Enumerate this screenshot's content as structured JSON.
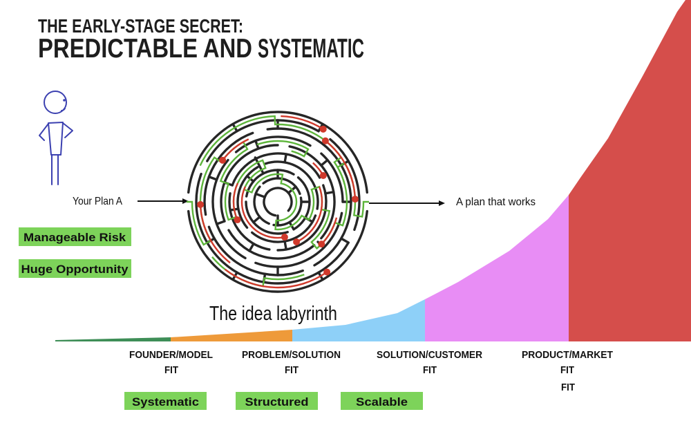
{
  "title": {
    "line1": "THE EARLY-STAGE SECRET:",
    "line2_prefix": "PREDICTABLE AND",
    "line2_highlight": "SYSTEMATIC"
  },
  "colors": {
    "highlight": "#d64545",
    "badge": "#7dd35a",
    "figure": "#3b40b0",
    "maze_solution": "#5db53a",
    "maze_dead_end": "#d0392b"
  },
  "labels": {
    "plan_a": "Your Plan A",
    "plan_works": "A plan that works",
    "labyrinth": "The idea labyrinth"
  },
  "left_badges": [
    "Manageable Risk",
    "Huge Opportunity"
  ],
  "stages": [
    {
      "name": "FOUNDER/MODEL",
      "suffix": "FIT",
      "color": "#3e8e57"
    },
    {
      "name": "PROBLEM/SOLUTION",
      "suffix": "FIT",
      "color": "#ee9a3a"
    },
    {
      "name": "SOLUTION/CUSTOMER",
      "suffix": "FIT",
      "color": "#8ed0f8"
    },
    {
      "name": "PRODUCT/MARKET",
      "suffix": "FIT",
      "color": "#e88df5"
    },
    {
      "name": "",
      "suffix": "",
      "color": "#d54e4b"
    }
  ],
  "extra_label": "FIT",
  "bottom_badges": [
    "Systematic",
    "Structured",
    "Scalable"
  ]
}
